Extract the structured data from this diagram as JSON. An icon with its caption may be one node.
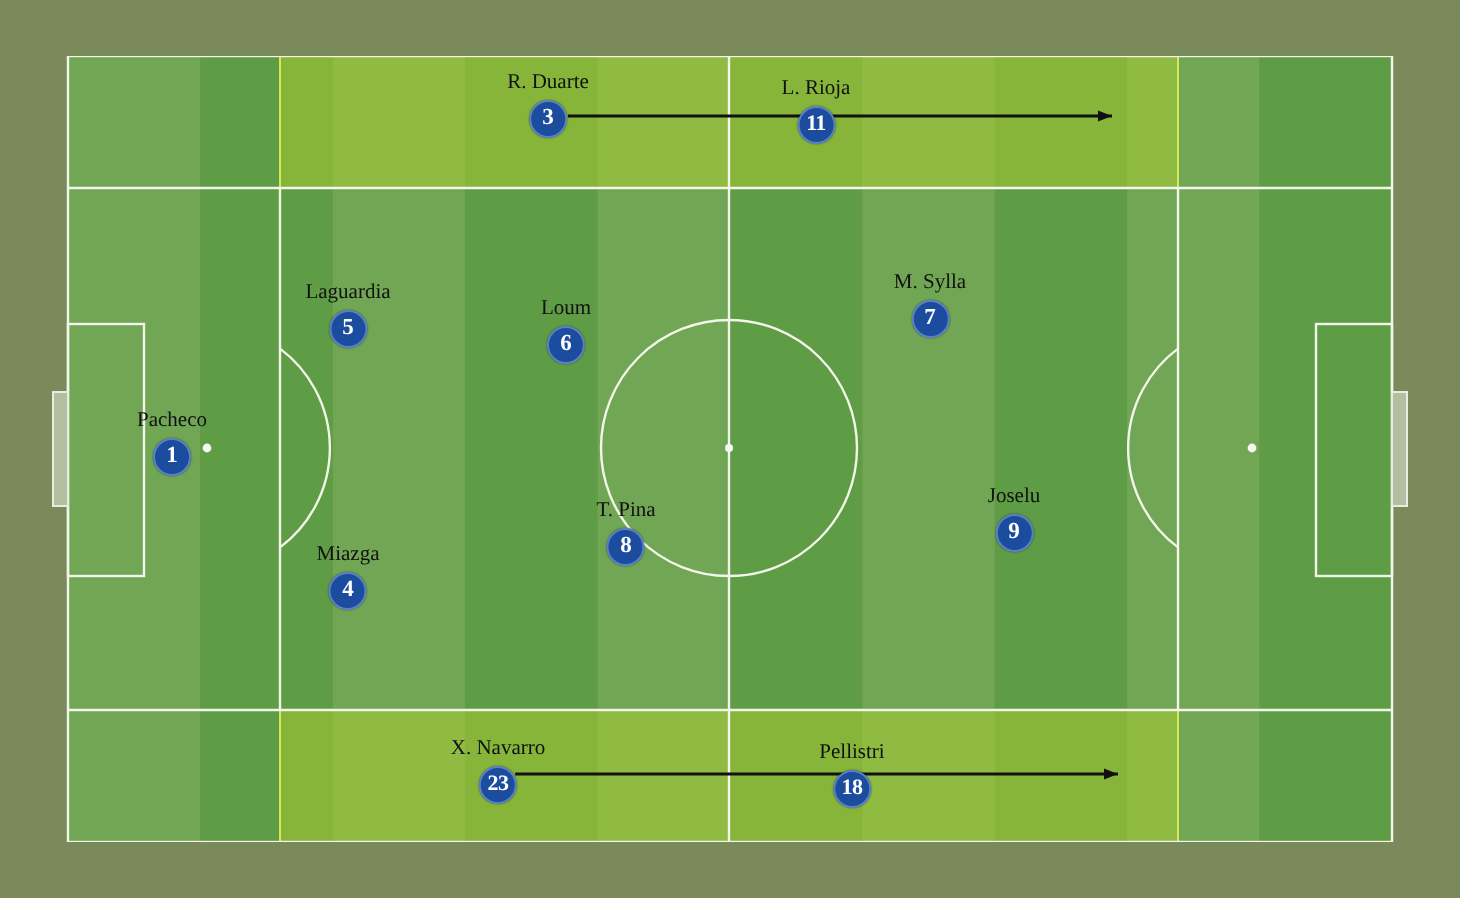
{
  "diagram": {
    "nodes": [
      {
        "text": [
          "R. Duarte",
          "3"
        ]
      },
      {
        "text": [
          "L. Rioja",
          "11"
        ]
      },
      {
        "text": [
          "M. Sylla",
          "7"
        ]
      },
      {
        "text": [
          "Laguardia",
          "5"
        ]
      },
      {
        "text": [
          "Loum",
          "6"
        ]
      },
      {
        "text": [
          "Pacheco",
          "1"
        ]
      },
      {
        "text": [
          "Joselu",
          "9"
        ]
      },
      {
        "text": [
          "T. Pina",
          "8"
        ]
      },
      {
        "text": [
          "Miazga",
          "4"
        ]
      },
      {
        "text": [
          "X. Navarro",
          "23"
        ]
      },
      {
        "text": [
          "Pellistri",
          "18"
        ]
      }
    ],
    "edges": [
      {
        "from": 0,
        "to": null,
        "arrow": "to"
      },
      {
        "from": 9,
        "to": null,
        "arrow": "to"
      }
    ]
  }
}
